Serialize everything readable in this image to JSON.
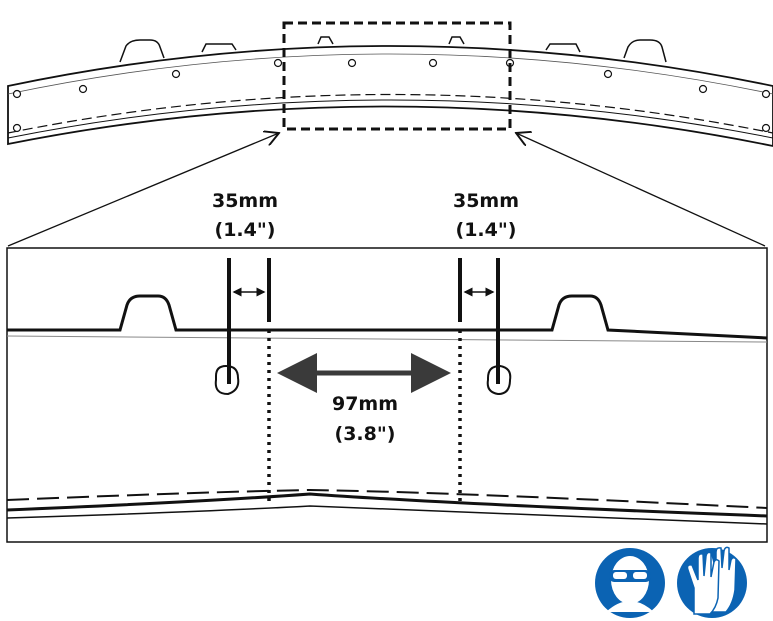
{
  "measurements": {
    "left_offset": {
      "metric": "35mm",
      "imperial": "(1.4\")"
    },
    "right_offset": {
      "metric": "35mm",
      "imperial": "(1.4\")"
    },
    "center_span": {
      "metric": "97mm",
      "imperial": "(3.8\")"
    }
  },
  "safety_icons": [
    {
      "icon": "safety-goggles-icon",
      "color": "#0b63b3"
    },
    {
      "icon": "protective-gloves-icon",
      "color": "#0b63b3"
    }
  ],
  "colors": {
    "line": "#111111",
    "arrow": "#3a3a3a",
    "symbol_blue": "#0b63b3"
  }
}
